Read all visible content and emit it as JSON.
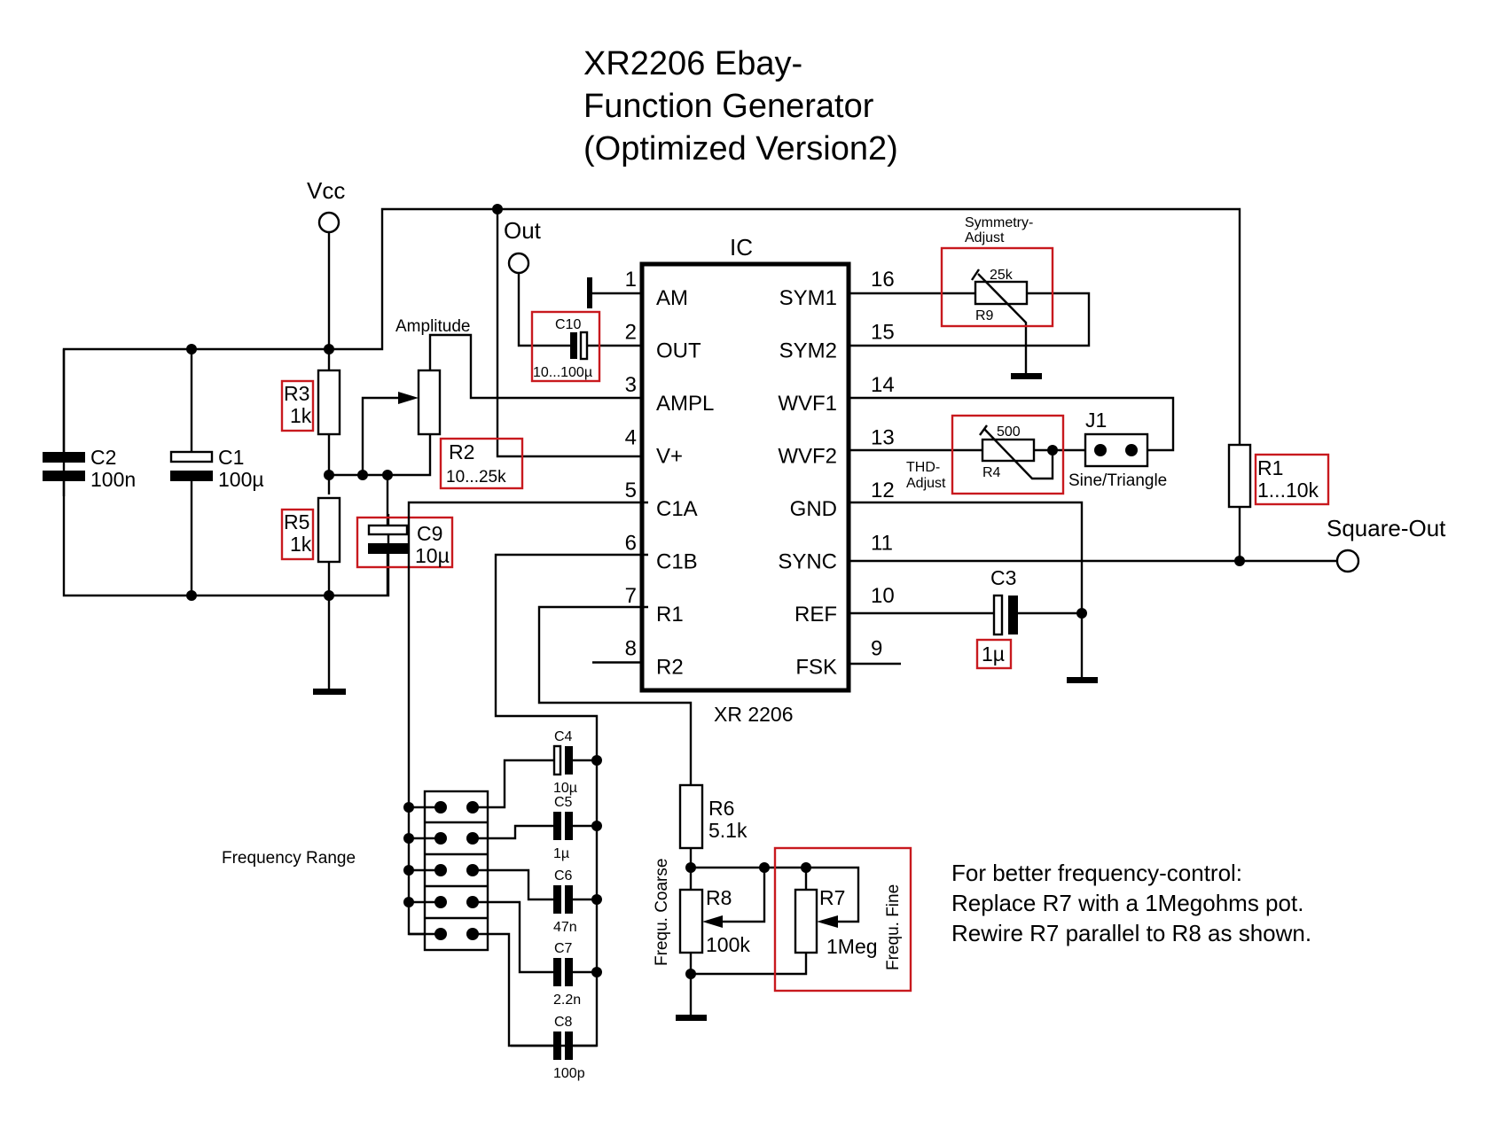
{
  "title": {
    "line1": "XR2206 Ebay-",
    "line2": "Function Generator",
    "line3": "(Optimized Version2)"
  },
  "terminals": {
    "vcc": "Vcc",
    "out": "Out",
    "square_out": "Square-Out"
  },
  "ic": {
    "label": "IC",
    "part": "XR 2206",
    "left_pins": [
      {
        "num": "1",
        "name": "AM"
      },
      {
        "num": "2",
        "name": "OUT"
      },
      {
        "num": "3",
        "name": "AMPL"
      },
      {
        "num": "4",
        "name": "V+"
      },
      {
        "num": "5",
        "name": "C1A"
      },
      {
        "num": "6",
        "name": "C1B"
      },
      {
        "num": "7",
        "name": "R1"
      },
      {
        "num": "8",
        "name": "R2"
      }
    ],
    "right_pins": [
      {
        "num": "16",
        "name": "SYM1"
      },
      {
        "num": "15",
        "name": "SYM2"
      },
      {
        "num": "14",
        "name": "WVF1"
      },
      {
        "num": "13",
        "name": "WVF2"
      },
      {
        "num": "12",
        "name": "GND"
      },
      {
        "num": "11",
        "name": "SYNC"
      },
      {
        "num": "10",
        "name": "REF"
      },
      {
        "num": "9",
        "name": "FSK"
      }
    ]
  },
  "components": {
    "C1": {
      "ref": "C1",
      "value": "100µ"
    },
    "C2": {
      "ref": "C2",
      "value": "100n"
    },
    "C3": {
      "ref": "C3",
      "value": "1µ"
    },
    "C4": {
      "ref": "C4",
      "value": "10µ"
    },
    "C5": {
      "ref": "C5",
      "value": "1µ"
    },
    "C6": {
      "ref": "C6",
      "value": "47n"
    },
    "C7": {
      "ref": "C7",
      "value": "2.2n"
    },
    "C8": {
      "ref": "C8",
      "value": "100p"
    },
    "C9": {
      "ref": "C9",
      "value": "10µ"
    },
    "C10": {
      "ref": "C10",
      "value": "10...100µ"
    },
    "R1": {
      "ref": "R1",
      "value": "1...10k"
    },
    "R2": {
      "ref": "R2",
      "value": "10...25k"
    },
    "R3": {
      "ref": "R3",
      "value": "1k"
    },
    "R4": {
      "ref": "R4",
      "value": "500"
    },
    "R5": {
      "ref": "R5",
      "value": "1k"
    },
    "R6": {
      "ref": "R6",
      "value": "5.1k"
    },
    "R7": {
      "ref": "R7",
      "value": "1Meg"
    },
    "R8": {
      "ref": "R8",
      "value": "100k"
    },
    "R9": {
      "ref": "R9",
      "value": "25k"
    },
    "J1": {
      "ref": "J1",
      "label": "Sine/Triangle"
    }
  },
  "labels": {
    "amplitude": "Amplitude",
    "symmetry_1": "Symmetry-",
    "symmetry_2": "Adjust",
    "thd_1": "THD-",
    "thd_2": "Adjust",
    "frequency_range": "Frequency Range",
    "frequ_coarse": "Frequ. Coarse",
    "frequ_fine": "Frequ. Fine"
  },
  "note": {
    "line1": "For better frequency-control:",
    "line2": "Replace R7 with a 1Megohms pot.",
    "line3": "Rewire R7 parallel to R8 as shown."
  },
  "colors": {
    "wire": "#000000",
    "highlight": "#c8191e",
    "background": "#ffffff"
  }
}
